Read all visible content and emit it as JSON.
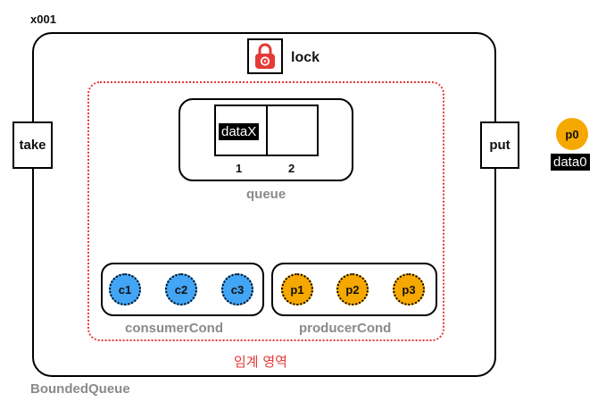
{
  "object_id": "x001",
  "class_name": "BoundedQueue",
  "lock": {
    "label": "lock",
    "icon": "lock-icon",
    "color": "#e53935"
  },
  "methods": {
    "take": "take",
    "put": "put"
  },
  "critical_section": {
    "label": "임계 영역",
    "color": "#e53935"
  },
  "queue": {
    "label": "queue",
    "slots": [
      {
        "index": "1",
        "value": "dataX"
      },
      {
        "index": "2",
        "value": ""
      }
    ]
  },
  "consumer_cond": {
    "label": "consumerCond",
    "color": "#42a5f5",
    "threads": [
      "c1",
      "c2",
      "c3"
    ]
  },
  "producer_cond": {
    "label": "producerCond",
    "color": "#f5a800",
    "threads": [
      "p1",
      "p2",
      "p3"
    ]
  },
  "waiting_thread": {
    "name": "p0",
    "data": "data0",
    "color": "#f5a800"
  }
}
